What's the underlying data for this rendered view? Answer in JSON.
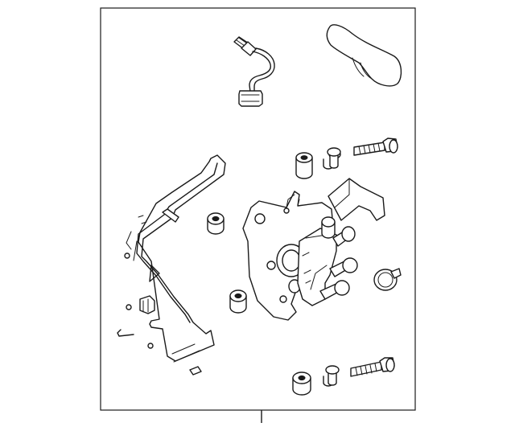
{
  "diagram": {
    "line_color": "#1a1a1a",
    "background": "#ffffff",
    "frame_color": "#1a1a1a",
    "parts": [
      "wiring-harness",
      "hose",
      "bushing-upper",
      "collar-upper",
      "bolt-upper",
      "mounting-bracket",
      "bushing-left",
      "pump-assembly",
      "bushing-lower-left",
      "hose-clamp",
      "bushing-bottom",
      "collar-bottom",
      "bolt-bottom"
    ]
  }
}
